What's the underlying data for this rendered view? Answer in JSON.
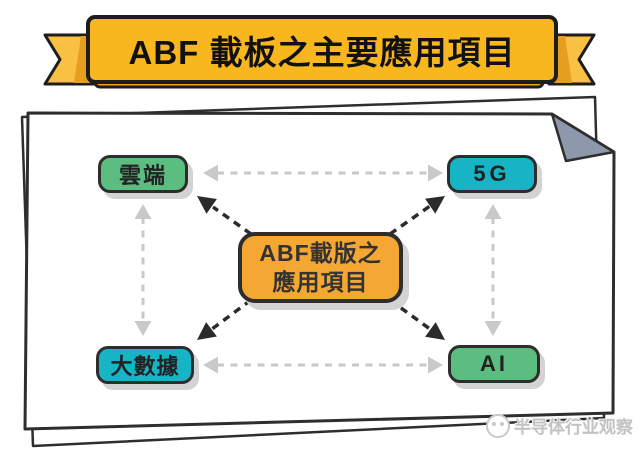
{
  "banner": {
    "title": "ABF 載板之主要應用項目"
  },
  "diagram": {
    "center": {
      "line1": "ABF載版之",
      "line2": "應用項目",
      "color": "#F5A733"
    },
    "nodes": [
      {
        "id": "cloud",
        "label": "雲端",
        "color": "#5CBD80"
      },
      {
        "id": "5g",
        "label": "5G",
        "color": "#16B4C4"
      },
      {
        "id": "bigdata",
        "label": "大數據",
        "color": "#16B4C4"
      },
      {
        "id": "ai",
        "label": "AI",
        "color": "#5CBD80"
      }
    ],
    "connections": [
      "cloud-5g",
      "bigdata-ai",
      "cloud-bigdata",
      "5g-ai",
      "center-cloud",
      "center-5g",
      "center-bigdata",
      "center-ai"
    ]
  },
  "watermark": {
    "text": "半导体行业观察"
  },
  "colors": {
    "ribbon": "#F8B71F",
    "ribbon_shadow": "#EDA51E",
    "ribbon_tail": "#FAC044",
    "green": "#5CBD80",
    "teal": "#16B4C4",
    "orange": "#F5A733",
    "fold": "#8E98AC",
    "arrow_gray": "#C9C9C9",
    "arrow_black": "#2B2B2B"
  }
}
